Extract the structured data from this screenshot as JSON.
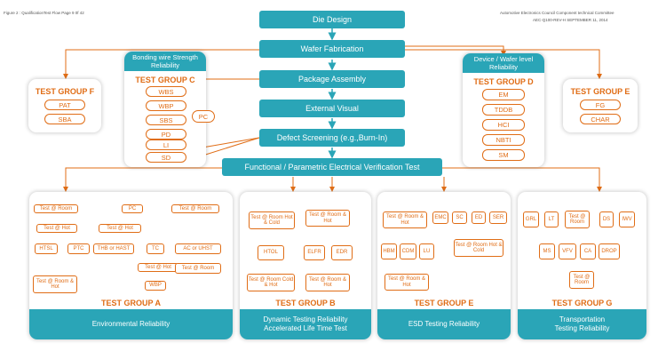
{
  "header": {
    "left": "Figure 2 : QualificationTest Flow Page 9 0f 42",
    "right_line1": "Automotive Electronics Council   Component technical Committee",
    "right_line2": "AEC-Q100-REV-H   SEPTEMBER 11, 2014"
  },
  "flow": {
    "die_design": "Die Design",
    "wafer_fabrication": "Wafer Fabrication",
    "package_assembly": "Package Assembly",
    "external_visual": "External Visual",
    "defect_screening": "Defect Screening (e.g.,Burn-In)",
    "functional_test": "Functional / Parametric Electrical Verification Test"
  },
  "group_f": {
    "title": "TEST GROUP F",
    "items": [
      "PAT",
      "SBA"
    ]
  },
  "group_c": {
    "header": "Bonding wire Strength Reliability",
    "title": "TEST GROUP C",
    "items": [
      "WBS",
      "WBP",
      "SBS",
      "PD",
      "LI",
      "SD"
    ],
    "pc": "PC"
  },
  "group_d": {
    "header": "Device / Wafer level Reliability",
    "title": "TEST GROUP D",
    "items": [
      "EM",
      "TDDB",
      "HCI",
      "NBTI",
      "SM"
    ]
  },
  "group_e_side": {
    "title": "TEST GROUP E",
    "items": [
      "FG",
      "CHAR"
    ]
  },
  "group_a": {
    "title": "TEST GROUP A",
    "name": "Environmental Reliability",
    "boxes": {
      "room1": "Test @ Room",
      "pc": "PC",
      "room2": "Test @ Room",
      "hot1": "Test @ Hot",
      "hot2": "Test @ Hot",
      "htsl": "HTSL",
      "ptc": "PTC",
      "thb": "THB or HAST",
      "tc": "TC",
      "ac": "AC or UHST",
      "roomhot": "Test @ Room & Hot",
      "hot3": "Test @ Hot",
      "room3": "Test @ Room",
      "wbp": "WBP"
    }
  },
  "group_b": {
    "title": "TEST GROUP B",
    "name_line1": "Dynamic Testing Reliability",
    "name_line2": "Accelerated Life Time Test",
    "boxes": {
      "top1": "Test @ Room Hot & Cold",
      "top2": "Test @ Room & Hot",
      "htol": "HTOL",
      "elfr": "ELFR",
      "edr": "EDR",
      "bot1": "Test @ Room Cold & Hot",
      "bot2": "Test @ Room & Hot"
    }
  },
  "group_e": {
    "title": "TEST GROUP E",
    "name": "ESD Testing Reliability",
    "boxes": {
      "roomhot1": "Test @ Room & Hot",
      "emc": "EMC",
      "sc": "SC",
      "ed": "ED",
      "ser": "SER",
      "hbm": "HBM",
      "cdm": "CDM",
      "lu": "LU",
      "roomhotcold": "Test @ Room Hot & Cold",
      "roomhot2": "Test @ Room & Hot"
    }
  },
  "group_g": {
    "title": "TEST GROUP G",
    "name_line1": "Transportation",
    "name_line2": "Testing Reliability",
    "boxes": {
      "grl": "GRL",
      "lt": "LT",
      "room1": "Test @ Room",
      "ds": "DS",
      "iwv": "IWV",
      "ms": "MS",
      "vfv": "VFV",
      "ca": "CA",
      "drop": "DROP",
      "room2": "Test @ Room"
    }
  },
  "colors": {
    "teal": "#2aa5b7",
    "orange": "#e06d16",
    "navy": "#1d2b5a"
  }
}
